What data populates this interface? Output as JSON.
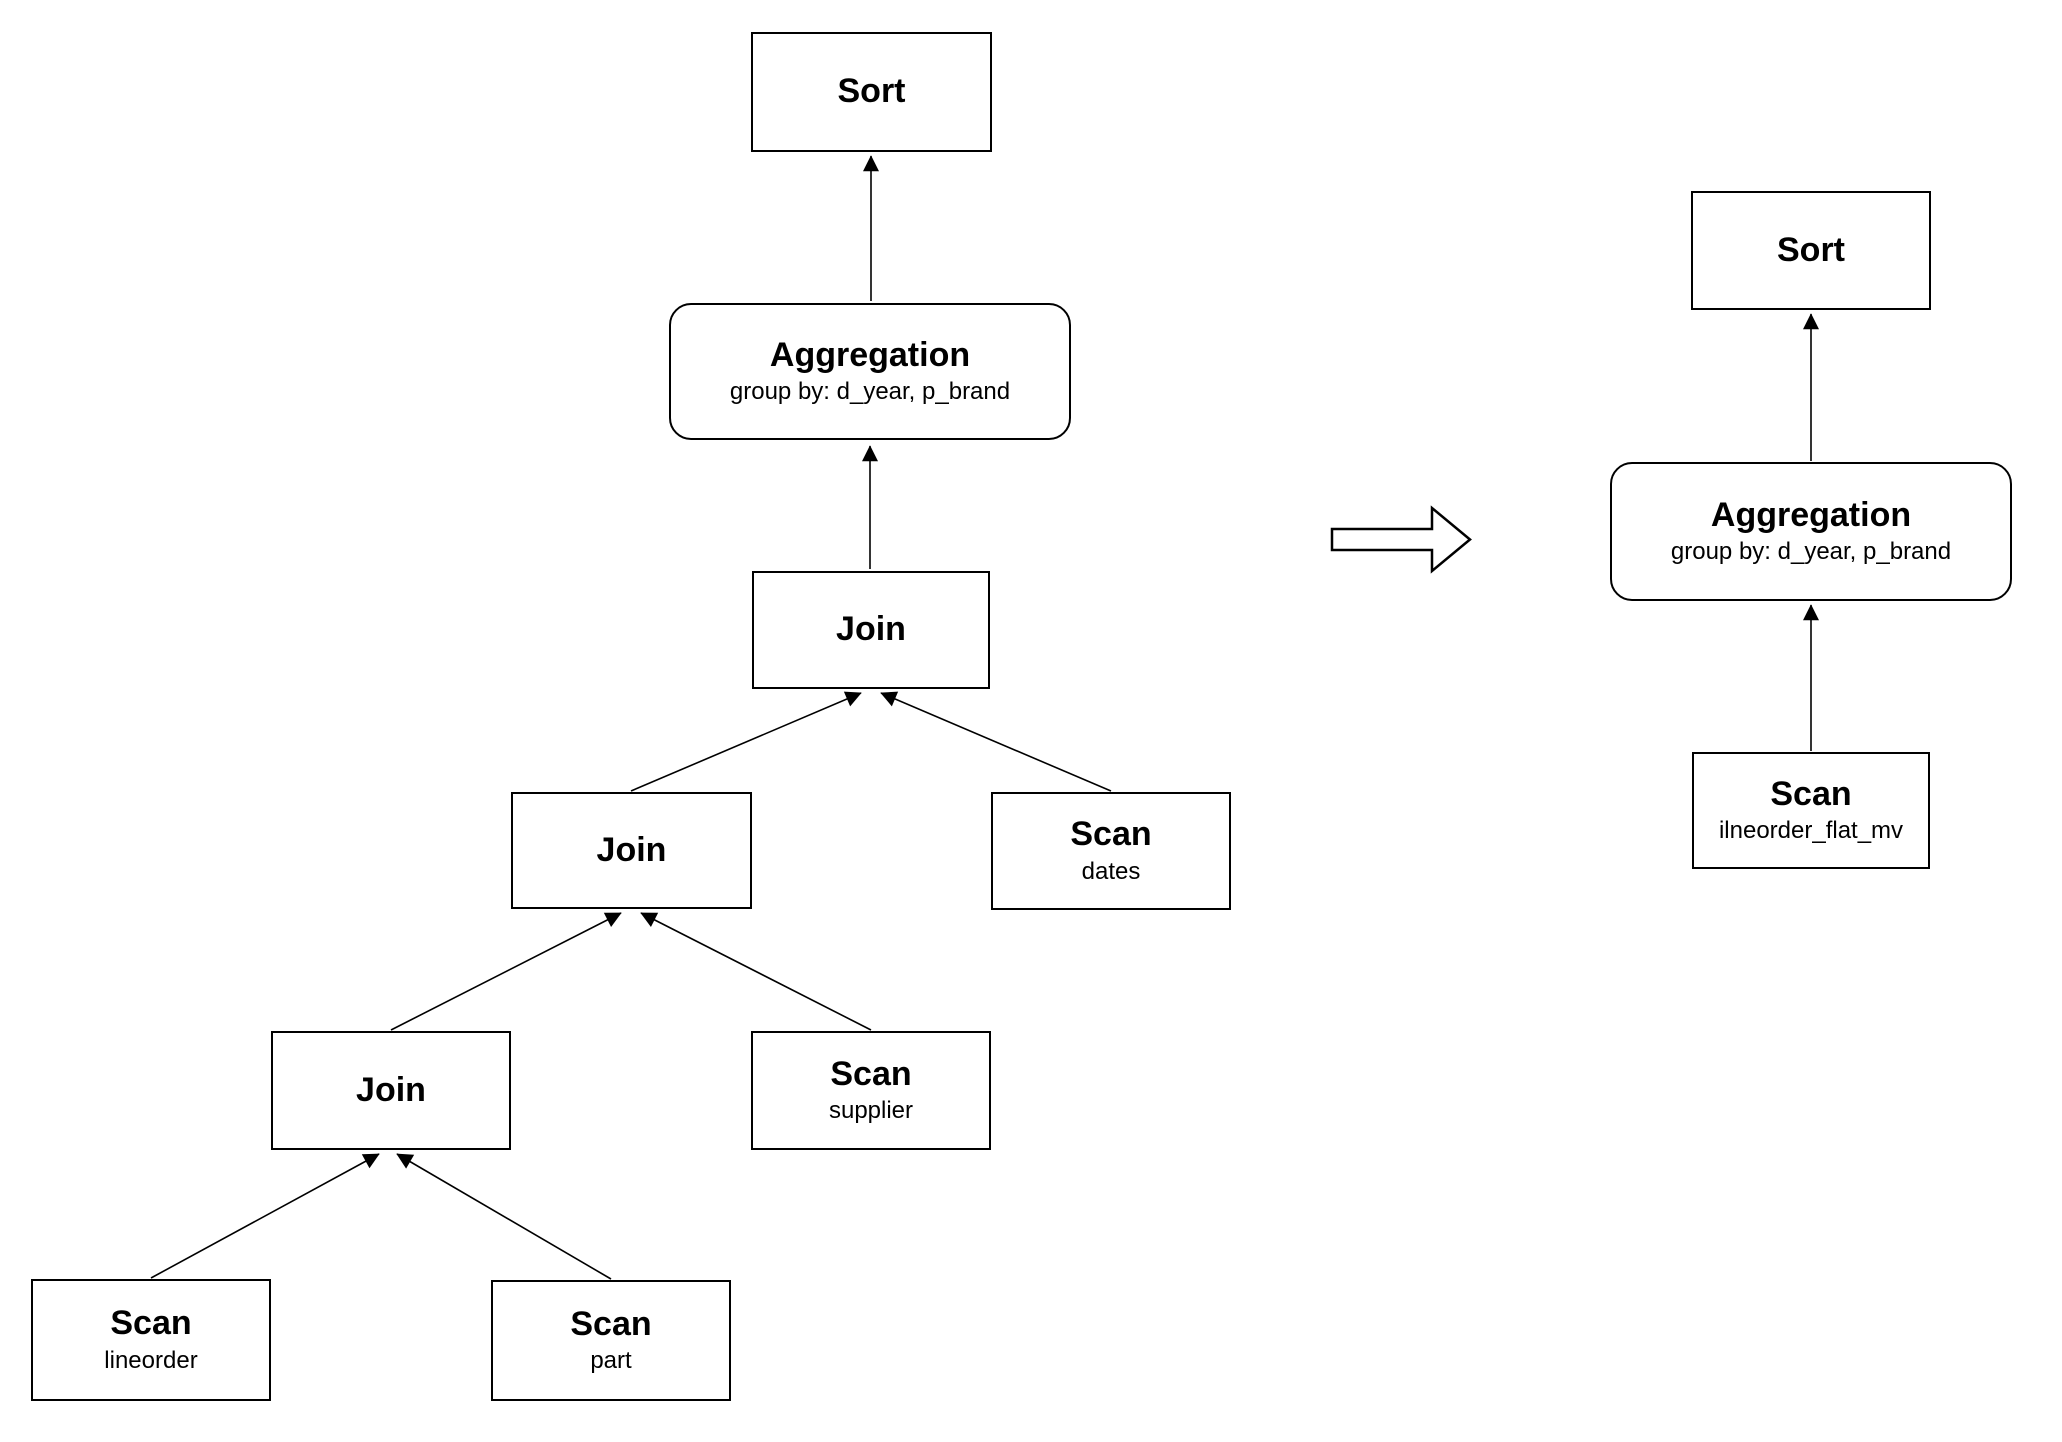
{
  "colors": {
    "background": "#ffffff",
    "node_fill": "#ffffff",
    "node_border": "#000000",
    "text": "#000000"
  },
  "left_plan": {
    "sort": {
      "title": "Sort"
    },
    "aggregation": {
      "title": "Aggregation",
      "subtitle": "group by: d_year, p_brand"
    },
    "join_top": {
      "title": "Join"
    },
    "join_mid": {
      "title": "Join"
    },
    "join_bottom": {
      "title": "Join"
    },
    "scan_dates": {
      "title": "Scan",
      "subtitle": "dates"
    },
    "scan_supplier": {
      "title": "Scan",
      "subtitle": "supplier"
    },
    "scan_lineorder": {
      "title": "Scan",
      "subtitle": "lineorder"
    },
    "scan_part": {
      "title": "Scan",
      "subtitle": "part"
    }
  },
  "right_plan": {
    "sort": {
      "title": "Sort"
    },
    "aggregation": {
      "title": "Aggregation",
      "subtitle": "group by: d_year, p_brand"
    },
    "scan_mv": {
      "title": "Scan",
      "subtitle": "ilneorder_flat_mv"
    }
  }
}
